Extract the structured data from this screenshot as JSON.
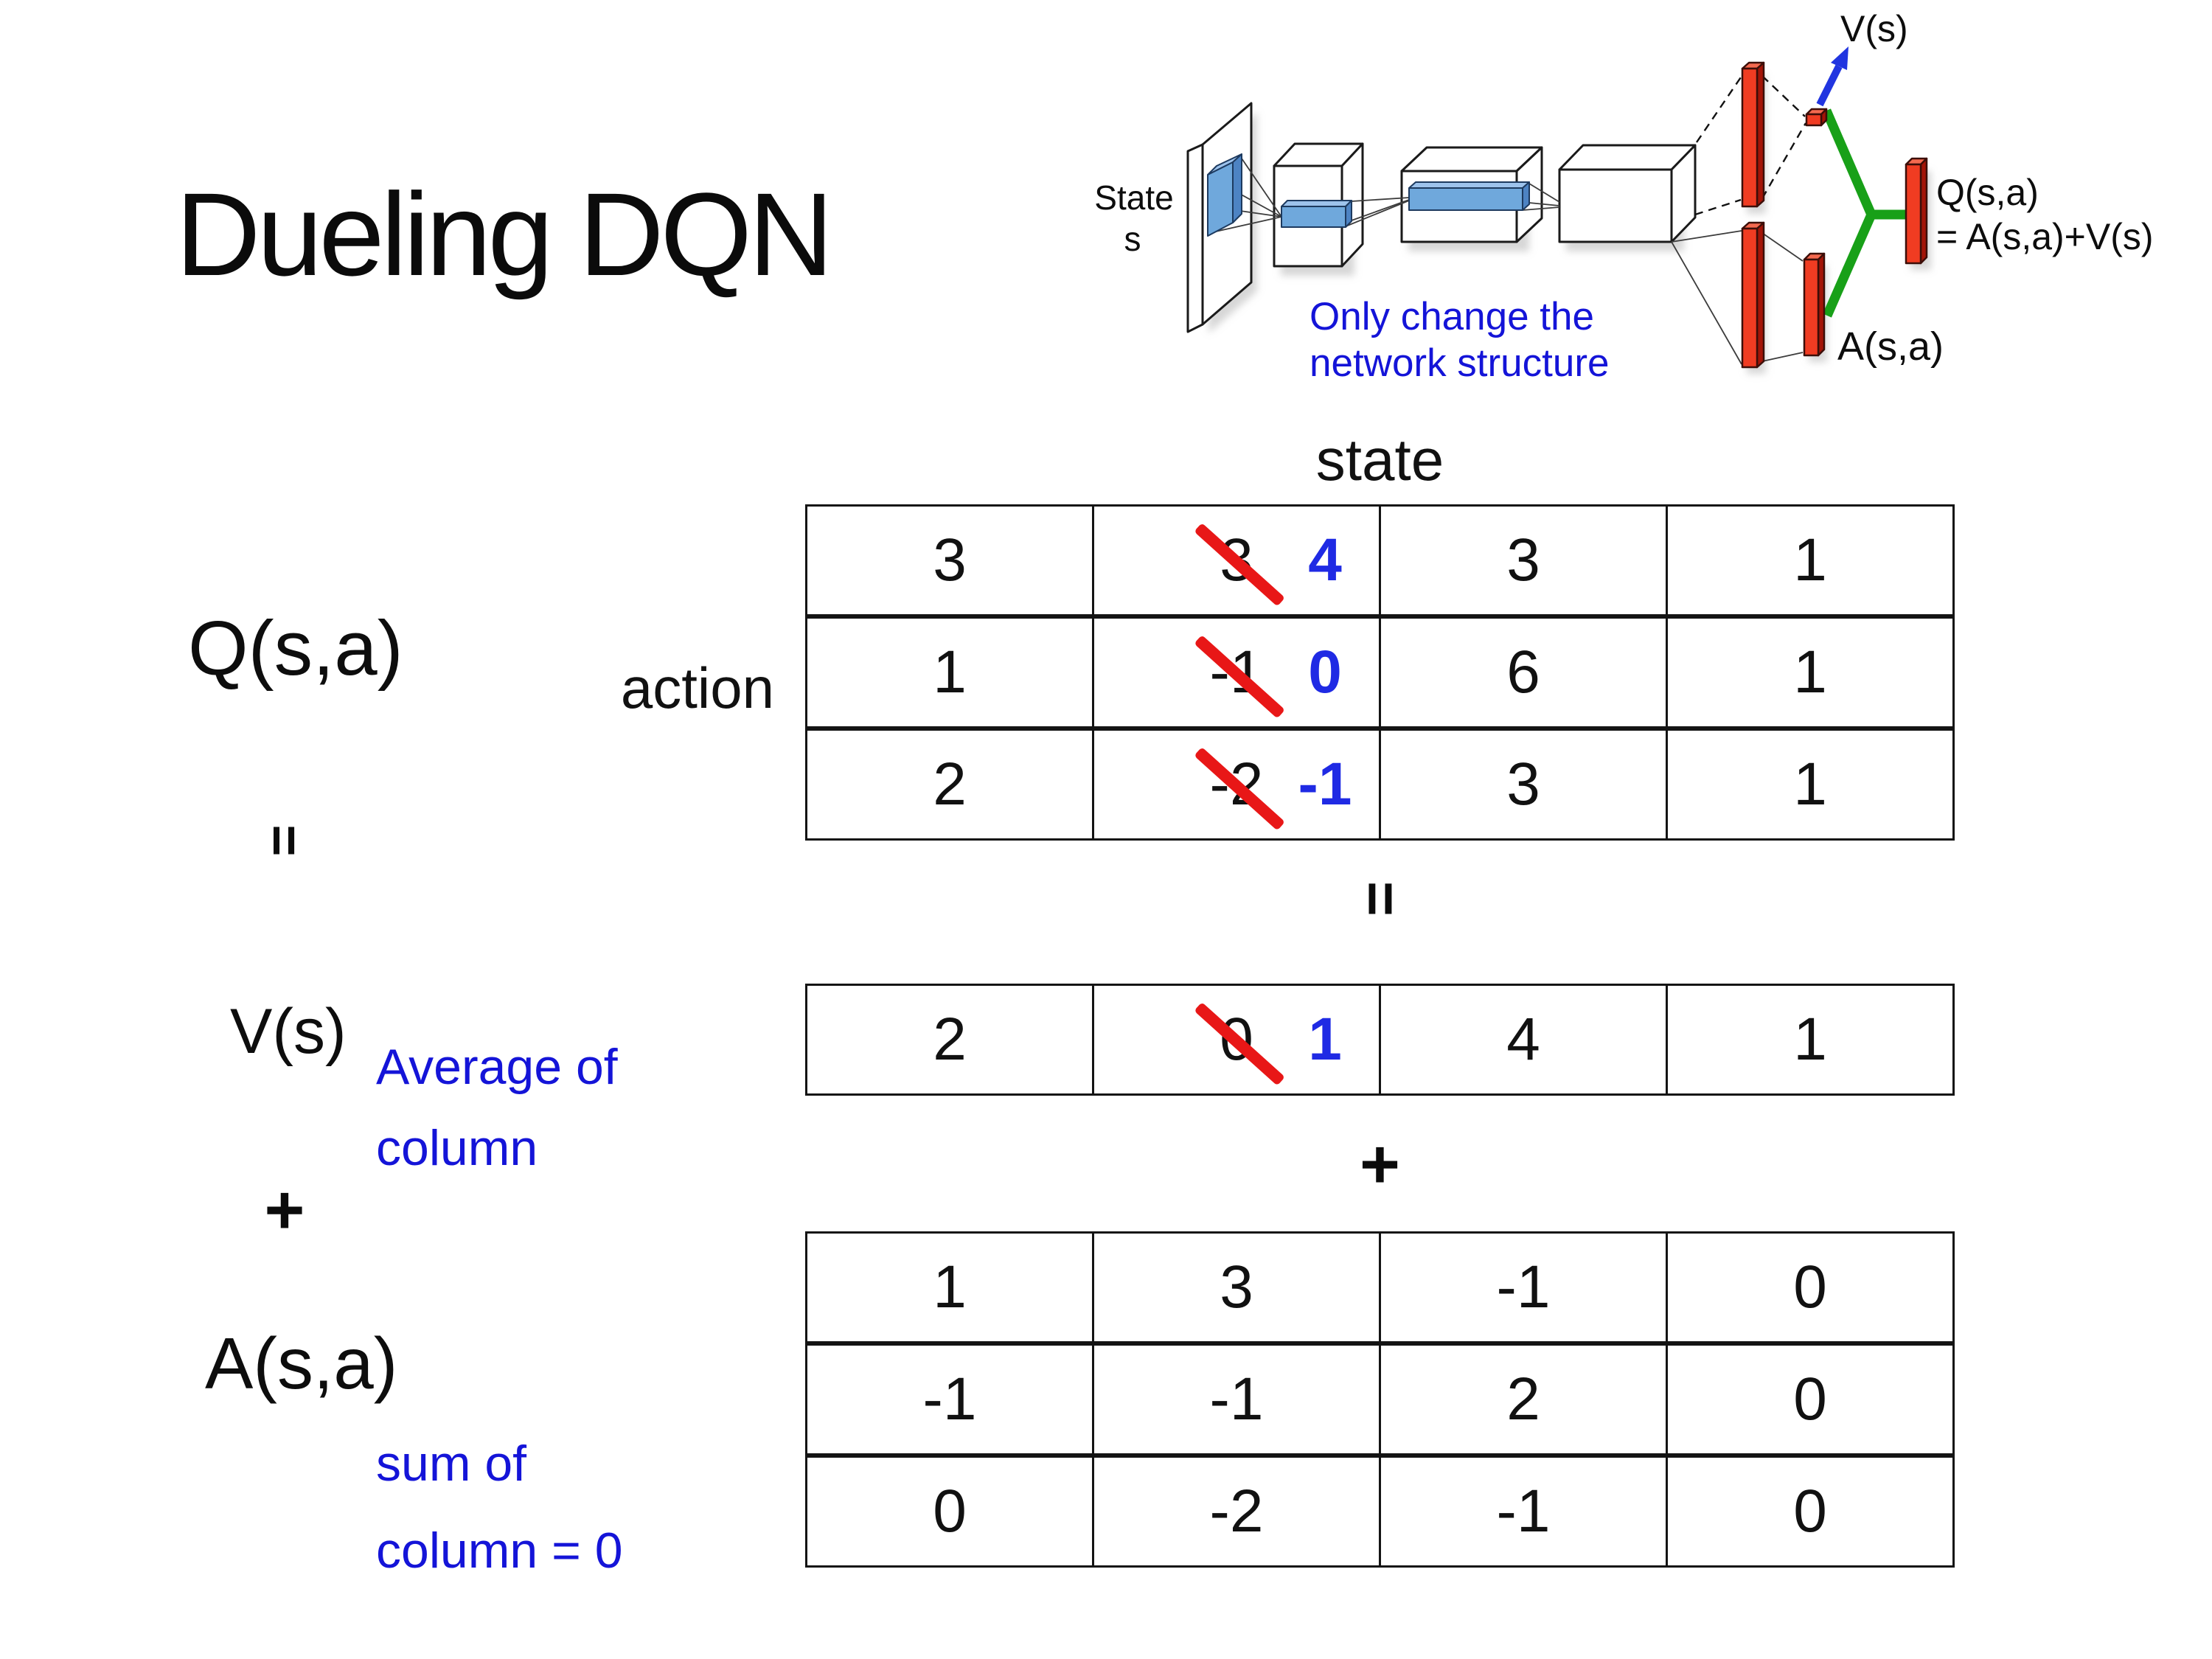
{
  "slide": {
    "title": "Dueling DQN",
    "headers": {
      "state": "state",
      "action": "action"
    },
    "left_labels": {
      "q": "Q(s,a)",
      "equals": "=",
      "v": "V(s)",
      "plus": "+",
      "a": "A(s,a)"
    },
    "operators": {
      "equals": "=",
      "plus": "+"
    },
    "notes": {
      "average_line1": "Average of",
      "average_line2": "column",
      "sum_line1": "sum of",
      "sum_line2": "column = 0"
    },
    "q_table": {
      "rows": [
        {
          "c0": "3",
          "c1_old": "3",
          "c1_new": "4",
          "c2": "3",
          "c3": "1"
        },
        {
          "c0": "1",
          "c1_old": "-1",
          "c1_new": "0",
          "c2": "6",
          "c3": "1"
        },
        {
          "c0": "2",
          "c1_old": "-2",
          "c1_new": "-1",
          "c2": "3",
          "c3": "1"
        }
      ]
    },
    "v_row": {
      "c0": "2",
      "c1_old": "0",
      "c1_new": "1",
      "c2": "4",
      "c3": "1"
    },
    "a_table": {
      "rows": [
        {
          "c0": "1",
          "c1": "3",
          "c2": "-1",
          "c3": "0"
        },
        {
          "c0": "-1",
          "c1": "-1",
          "c2": "2",
          "c3": "0"
        },
        {
          "c0": "0",
          "c1": "-2",
          "c2": "-1",
          "c3": "0"
        }
      ]
    },
    "diagram": {
      "state_line1": "State",
      "state_line2": "s",
      "note_line1": "Only change the",
      "note_line2": "network structure",
      "v_out": "V(s)",
      "q_out_line1": "Q(s,a)",
      "q_out_line2": "= A(s,a)+V(s)",
      "a_out": "A(s,a)"
    },
    "colors": {
      "annotation_blue": "#1414d8",
      "value_blue": "#1f2ae4",
      "strike_red": "#e81717",
      "bar_red": "#f03c22",
      "merge_green": "#18a018",
      "conv_blue": "#6fa8dc"
    }
  }
}
